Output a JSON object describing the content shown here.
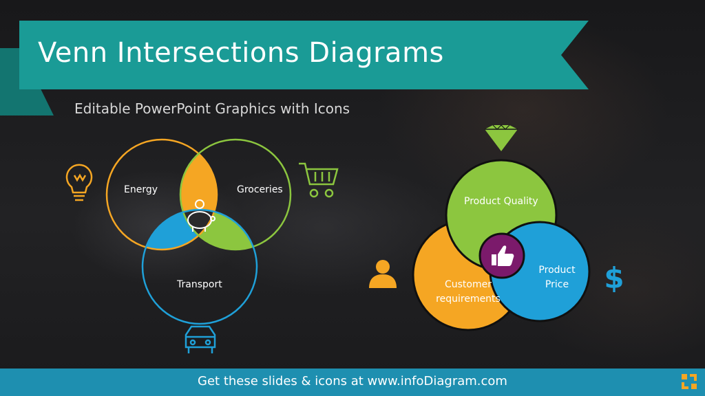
{
  "header": {
    "title": "Venn Intersections Diagrams",
    "subtitle": "Editable PowerPoint Graphics with Icons"
  },
  "venn_left": {
    "circles": [
      {
        "label": "Energy",
        "color": "#f5a623"
      },
      {
        "label": "Groceries",
        "color": "#8cc63f"
      },
      {
        "label": "Transport",
        "color": "#1fa0d8"
      }
    ],
    "icons": [
      "lightbulb-icon",
      "shopping-cart-icon",
      "car-icon",
      "piggy-bank-icon"
    ]
  },
  "venn_right": {
    "circles": [
      {
        "label": "Product Quality",
        "color": "#8cc63f"
      },
      {
        "label": "Customer requirements",
        "color": "#f5a623"
      },
      {
        "label": "Product Price",
        "color": "#1fa0d8"
      }
    ],
    "center_color": "#7b1a6b",
    "icons": [
      "diamond-icon",
      "person-icon",
      "dollar-icon",
      "thumbs-up-icon"
    ]
  },
  "footer": {
    "text": "Get these slides  & icons at www.infoDiagram.com"
  },
  "colors": {
    "banner": "#1a9b96",
    "banner_fold": "#137570",
    "footer": "#1e8fb0"
  }
}
